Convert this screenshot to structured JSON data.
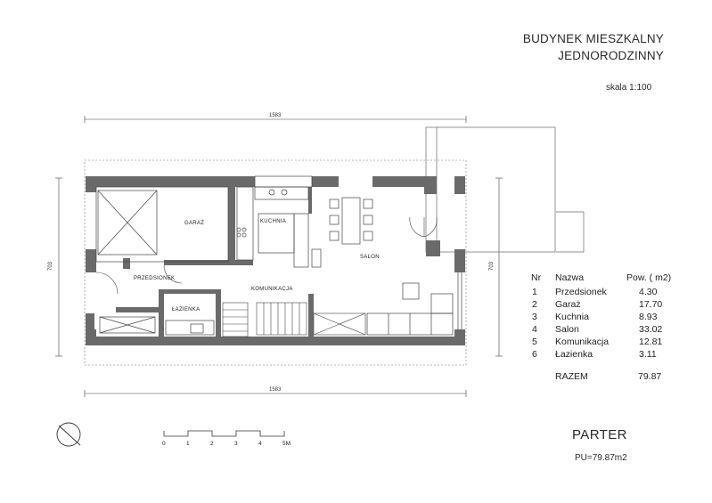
{
  "title": {
    "line1": "BUDYNEK MIESZKALNY",
    "line2": "JEDNORODZINNY"
  },
  "scale": "skala 1:100",
  "dimensions": {
    "top": "1583",
    "bottom": "1583",
    "left": "703",
    "right": "703"
  },
  "rooms": {
    "garaz": "GARAŻ",
    "kuchnia": "KUCHNIA",
    "salon": "SALON",
    "przedsionek": "PRZEDSIONEK",
    "komunikacja": "KOMUNIKACJA",
    "lazienka": "ŁAZIENKA"
  },
  "table": {
    "headers": {
      "nr": "Nr",
      "name": "Nazwa",
      "area": "Pow.  ( m2)"
    },
    "rows": [
      {
        "nr": "1",
        "name": "Przedsionek",
        "area": "4.30"
      },
      {
        "nr": "2",
        "name": "Garaż",
        "area": "17.70"
      },
      {
        "nr": "3",
        "name": "Kuchnia",
        "area": "8.93"
      },
      {
        "nr": "4",
        "name": "Salon",
        "area": "33.02"
      },
      {
        "nr": "5",
        "name": "Komunikacja",
        "area": "12.81"
      },
      {
        "nr": "6",
        "name": "Łazienka",
        "area": "3.11"
      }
    ],
    "total": {
      "label": "RAZEM",
      "value": "79.87"
    }
  },
  "scalebar": {
    "ticks": [
      "0",
      "1",
      "2",
      "3",
      "4",
      "5M"
    ]
  },
  "floor": "PARTER",
  "pu": "PU=79.87m2"
}
